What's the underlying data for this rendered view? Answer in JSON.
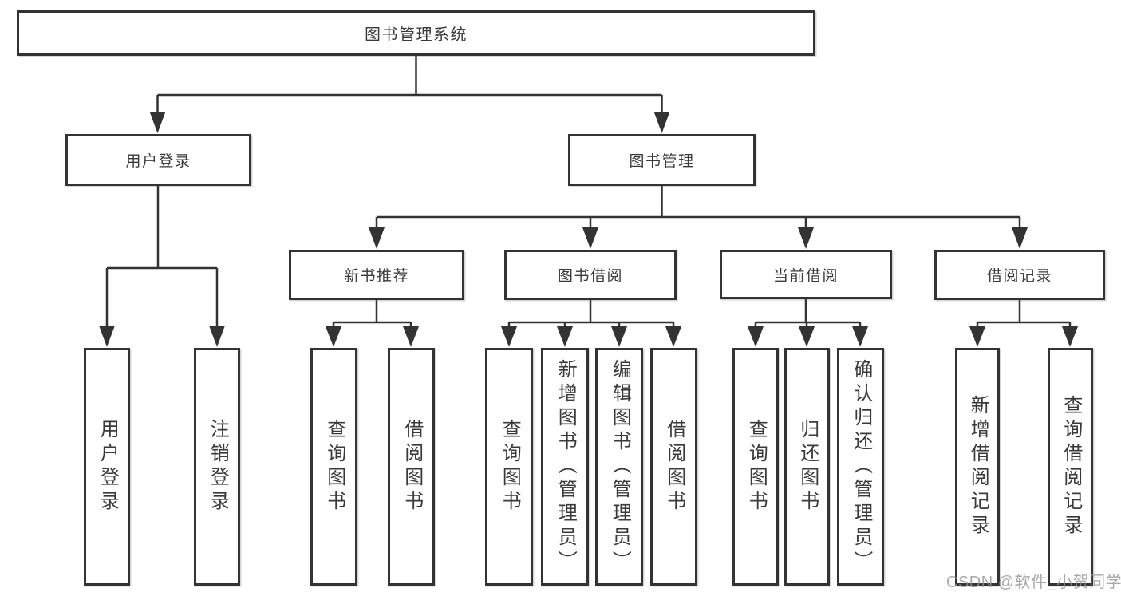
{
  "colors": {
    "line": "#333333",
    "border": "#333333",
    "text": "#3a3a3a",
    "background": "#ffffff",
    "watermark": "#949494"
  },
  "watermark": {
    "text": "CSDN @软件_小贺同学"
  },
  "tree": {
    "label": "图书管理系统",
    "children": [
      {
        "label": "用户登录",
        "children": [
          {
            "label": "用户登录"
          },
          {
            "label": "注销登录"
          }
        ]
      },
      {
        "label": "图书管理",
        "children": [
          {
            "label": "新书推荐",
            "children": [
              {
                "label": "查询图书"
              },
              {
                "label": "借阅图书"
              }
            ]
          },
          {
            "label": "图书借阅",
            "children": [
              {
                "label": "查询图书"
              },
              {
                "label": "新增图书（管理员）"
              },
              {
                "label": "编辑图书（管理员）"
              },
              {
                "label": "借阅图书"
              }
            ]
          },
          {
            "label": "当前借阅",
            "children": [
              {
                "label": "查询图书"
              },
              {
                "label": "归还图书"
              },
              {
                "label": "确认归还（管理员）"
              }
            ]
          },
          {
            "label": "借阅记录",
            "children": [
              {
                "label": "新增借阅记录"
              },
              {
                "label": "查询借阅记录"
              }
            ]
          }
        ]
      }
    ]
  }
}
